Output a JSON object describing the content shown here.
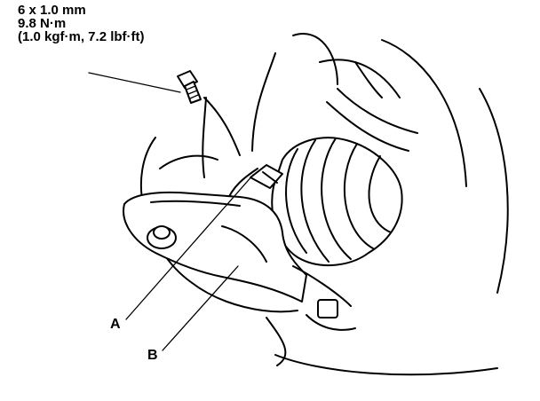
{
  "torque_spec": {
    "size": "6 x 1.0 mm",
    "torque_nm": "9.8 N·m",
    "torque_alt": "(1.0 kgf·m, 7.2 lbf·ft)"
  },
  "callouts": {
    "a": "A",
    "b": "B"
  }
}
